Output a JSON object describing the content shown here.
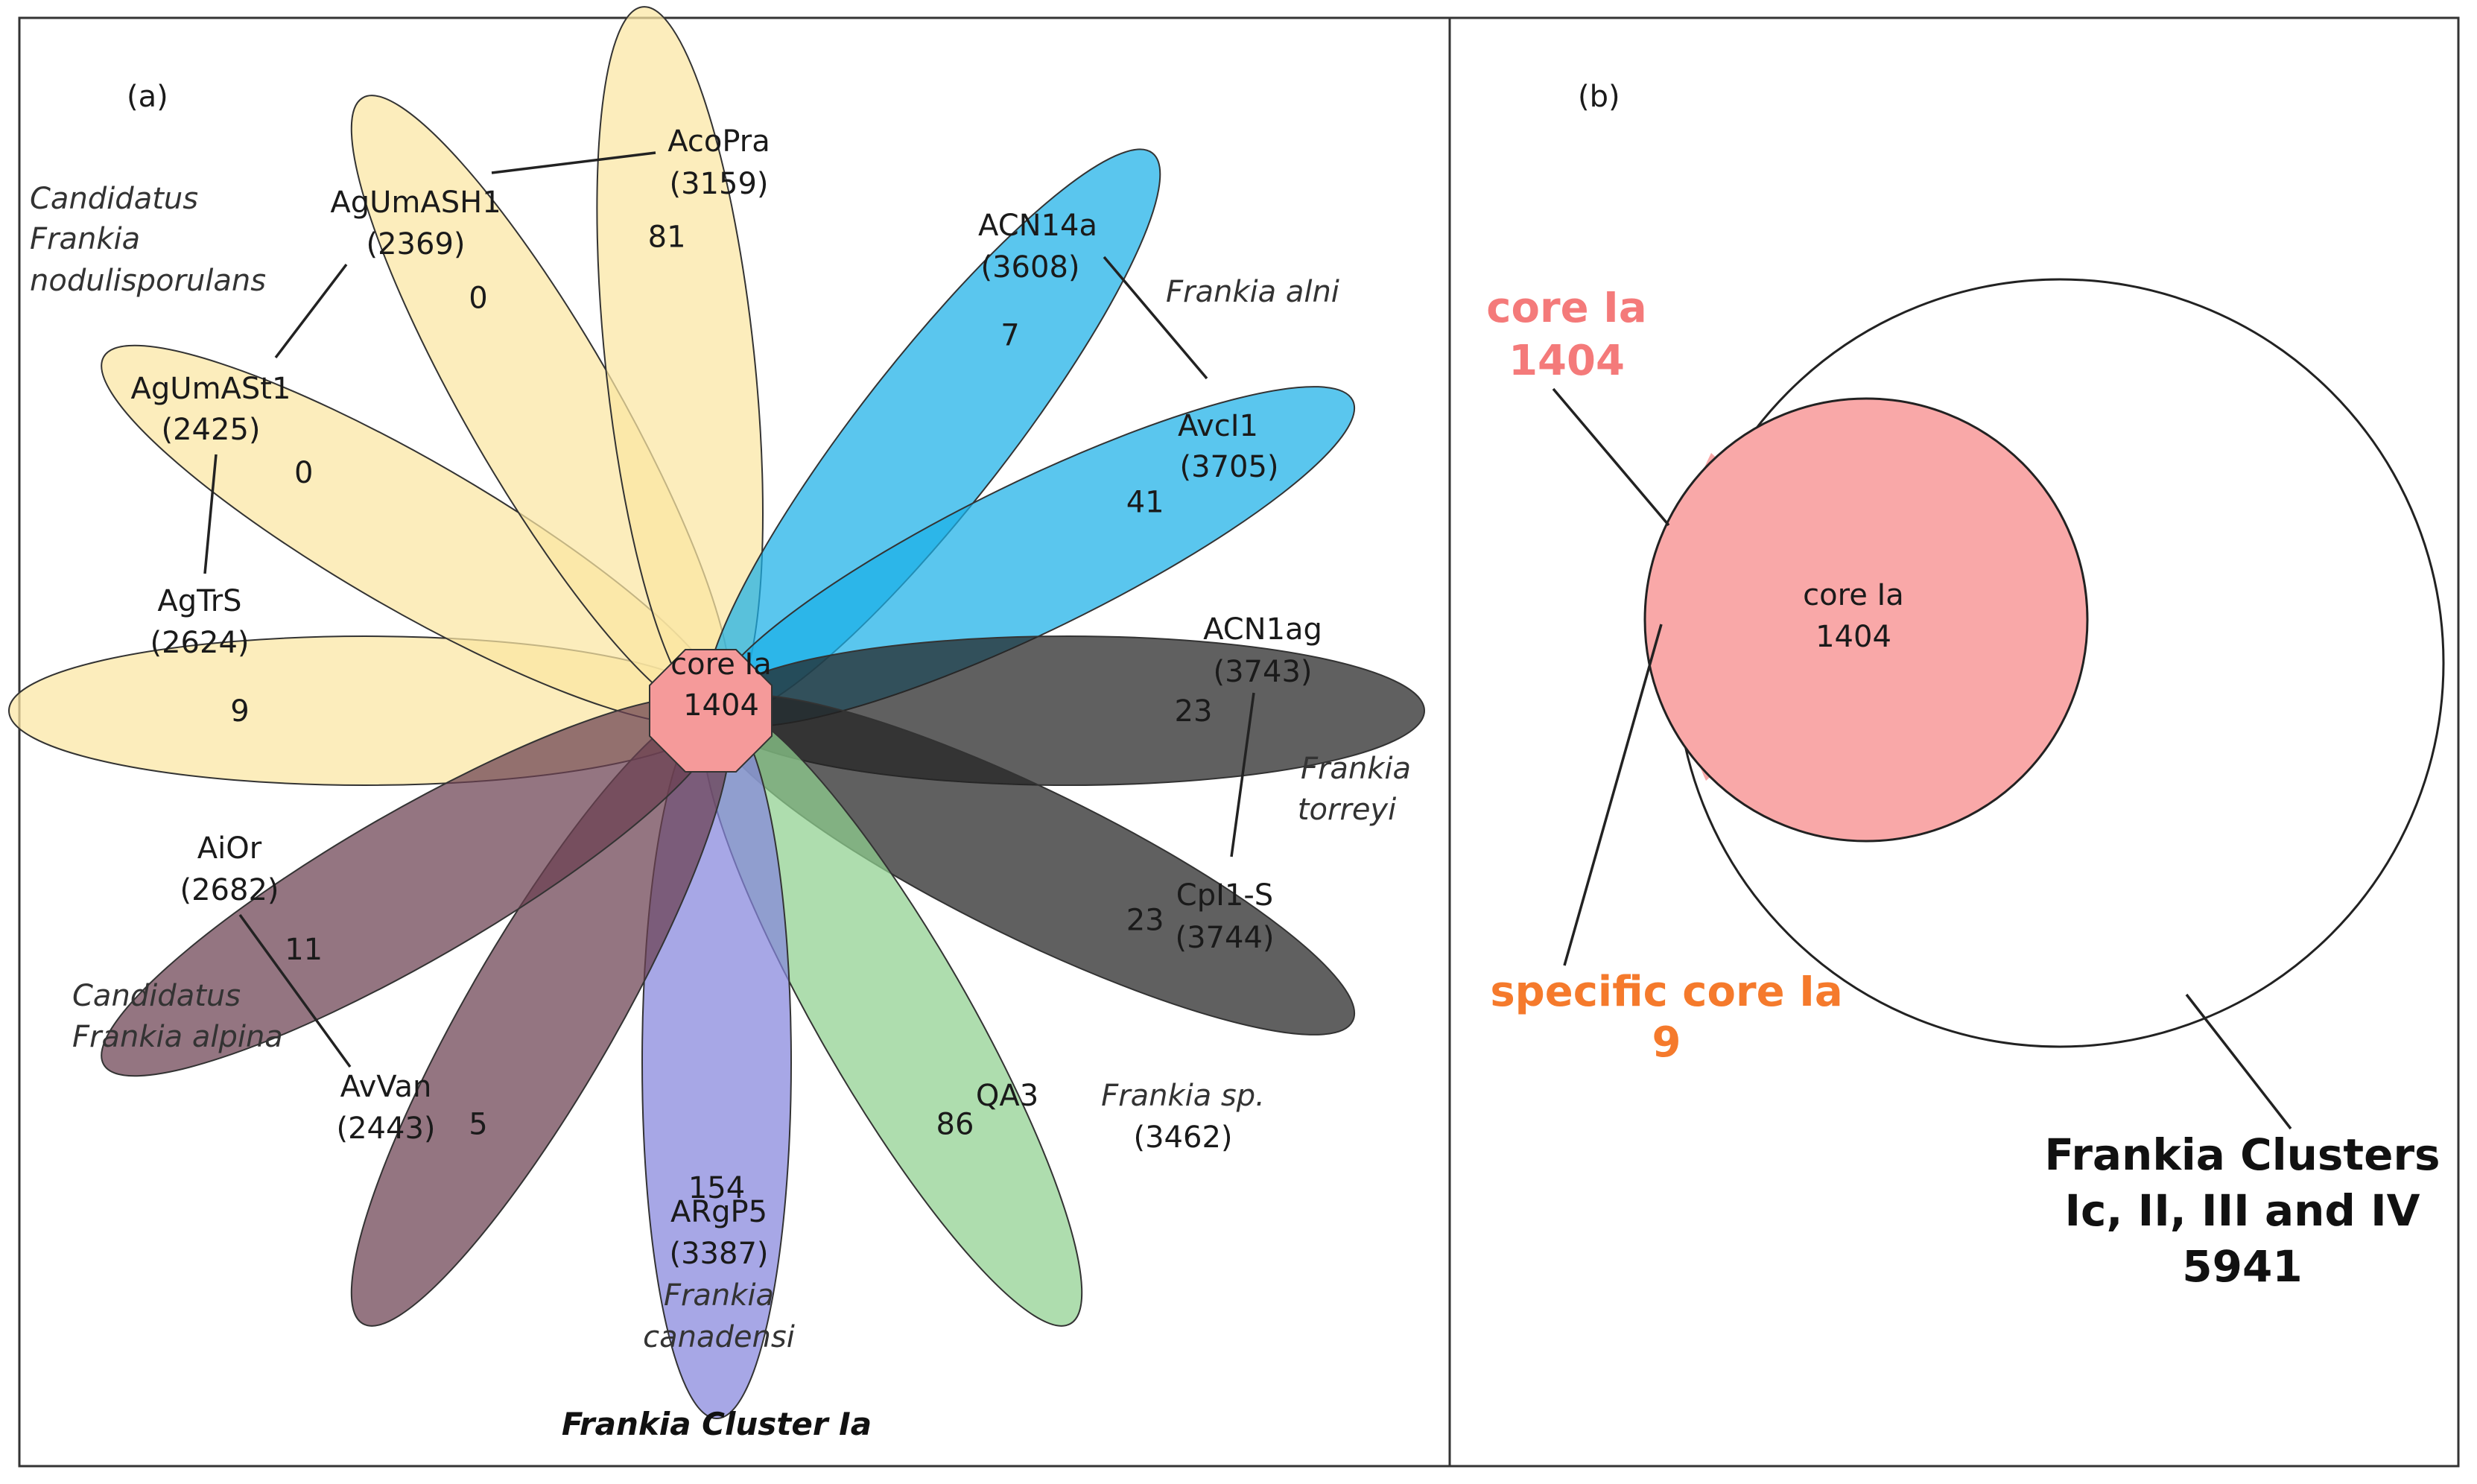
{
  "panel_a": {
    "label": "(a)",
    "title": "Frankia Cluster Ia",
    "core": {
      "label": "core Ia",
      "value": "1404",
      "color": "#f59a9a"
    },
    "petals": [
      {
        "id": "AgTrS",
        "angle": 0,
        "count": "9",
        "color": "#fbe6a2"
      },
      {
        "id": "AgUmASt1",
        "angle": 30,
        "count": "0",
        "color": "#fbe6a2"
      },
      {
        "id": "AgUmASH1",
        "angle": 60,
        "count": "0",
        "color": "#fbe6a2"
      },
      {
        "id": "AcoPra",
        "angle": 84,
        "count": "81",
        "color": "#fbe6a2"
      },
      {
        "id": "ACN14a",
        "angle": 128,
        "count": "7",
        "color": "#1ab0e8"
      },
      {
        "id": "AvcI1",
        "angle": 154,
        "count": "41",
        "color": "#1ab0e8"
      },
      {
        "id": "ACN1ag",
        "angle": 180,
        "count": "23",
        "color": "#222222"
      },
      {
        "id": "CpI1-S",
        "angle": 206,
        "count": "23",
        "color": "#222222"
      },
      {
        "id": "QA3",
        "angle": 240,
        "count": "86",
        "color": "#8fd08f"
      },
      {
        "id": "ARgP5",
        "angle": 270,
        "count": "154",
        "color": "#8585dd"
      },
      {
        "id": "AvVan",
        "angle": 300,
        "count": "5",
        "color": "#6b4050"
      },
      {
        "id": "AiOr",
        "angle": 330,
        "count": "11",
        "color": "#6b4050"
      }
    ],
    "strains": [
      {
        "name": "AcoPra",
        "genes": "(3159)"
      },
      {
        "name": "AgUmASH1",
        "genes": "(2369)"
      },
      {
        "name": "ACN14a",
        "genes": "(3608)"
      },
      {
        "name": "AgUmASt1",
        "genes": "(2425)"
      },
      {
        "name": "AvcI1",
        "genes": "(3705)"
      },
      {
        "name": "AgTrS",
        "genes": "(2624)"
      },
      {
        "name": "ACN1ag",
        "genes": "(3743)"
      },
      {
        "name": "AiOr",
        "genes": "(2682)"
      },
      {
        "name": "CpI1-S",
        "genes": "(3744)"
      },
      {
        "name": "AvVan",
        "genes": "(2443)"
      },
      {
        "name": "QA3",
        "genes": ""
      },
      {
        "name": "ARgP5",
        "genes": "(3387)"
      }
    ],
    "species": {
      "nodulisporulans": [
        "Candidatus",
        "Frankia",
        "nodulisporulans"
      ],
      "alni": [
        "Frankia alni"
      ],
      "torreyi": [
        "Frankia",
        "torreyi"
      ],
      "alpina": [
        "Candidatus",
        "Frankia alpina"
      ],
      "sp": [
        "Frankia sp.",
        "(3462)"
      ],
      "canadensi": [
        "Frankia",
        "canadensi"
      ]
    }
  },
  "panel_b": {
    "label": "(b)",
    "inner": {
      "label": "core Ia",
      "value": "1404",
      "color": "#f9a8a8"
    },
    "core_label": {
      "line1": "core Ia",
      "line2": "1404",
      "color": "#f47a7a"
    },
    "specific_label": {
      "line1": "specific core  Ia",
      "line2": "9",
      "color": "#f57a2c",
      "fill": "#f68950"
    },
    "outer_label": [
      "Frankia Clusters",
      "Ic, II, III and IV",
      "5941"
    ]
  }
}
